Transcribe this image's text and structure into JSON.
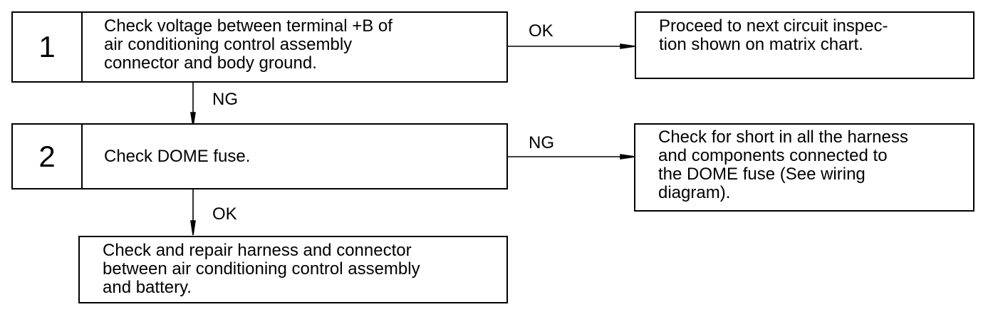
{
  "steps": [
    {
      "number": "1",
      "text": "Check voltage between terminal +B of\nair conditioning control assembly\nconnector and body ground."
    },
    {
      "number": "2",
      "text": "Check DOME fuse."
    }
  ],
  "results": {
    "step1_ok": "Proceed to next circuit inspec-\ntion shown on matrix chart.",
    "step2_ng": "Check for short in all the harness\nand components connected to\nthe DOME fuse (See wiring\ndiagram).",
    "step2_ok": "Check and repair harness and connector\nbetween air conditioning control assembly\nand battery."
  },
  "labels": {
    "step1_right": "OK",
    "step1_down": "NG",
    "step2_right": "NG",
    "step2_down": "OK"
  }
}
